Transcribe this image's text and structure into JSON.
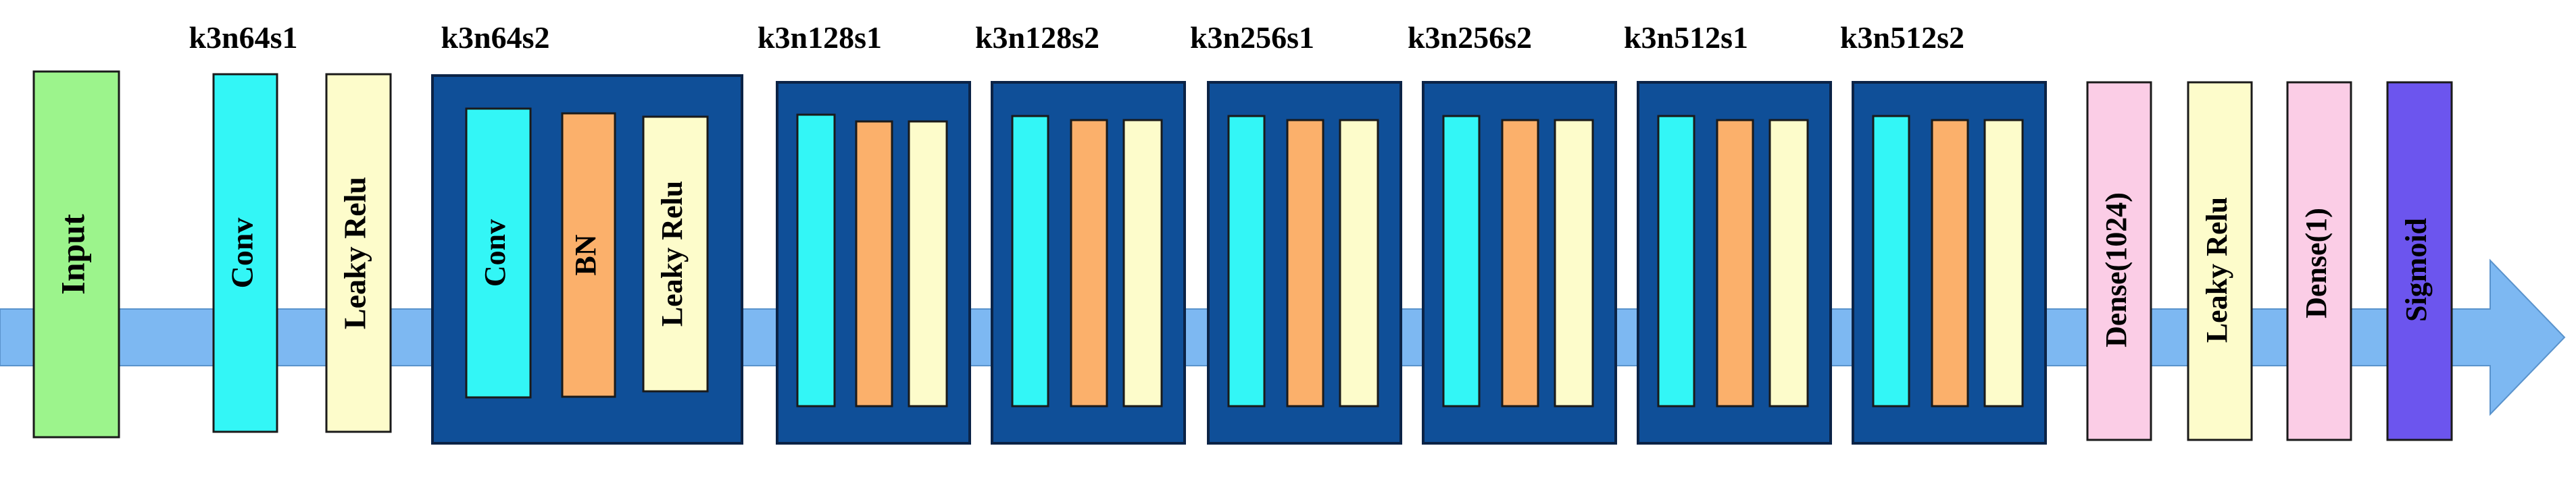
{
  "colors": {
    "arrow": "#7db8f2",
    "block_bg": "#0f4f98",
    "block_border": "#0b2346",
    "input": "#9cf48c",
    "conv": "#33f6f6",
    "bn": "#fbb06b",
    "leaky_relu": "#fdfccb",
    "dense": "#fbcde6",
    "sigmoid": "#6c55ee",
    "border": "#1a1a1a"
  },
  "layers": {
    "input": "Input",
    "conv1": "Conv",
    "relu1": "Leaky Relu",
    "block1_conv": "Conv",
    "block1_bn": "BN",
    "block1_relu": "Leaky Relu",
    "dense1024": "Dense(1024)",
    "relu_final": "Leaky Relu",
    "dense1": "Dense(1)",
    "sigmoid": "Sigmoid"
  },
  "block_labels": [
    "k3n64s1",
    "k3n64s2",
    "k3n128s1",
    "k3n128s2",
    "k3n256s1",
    "k3n256s2",
    "k3n512s1",
    "k3n512s2"
  ]
}
